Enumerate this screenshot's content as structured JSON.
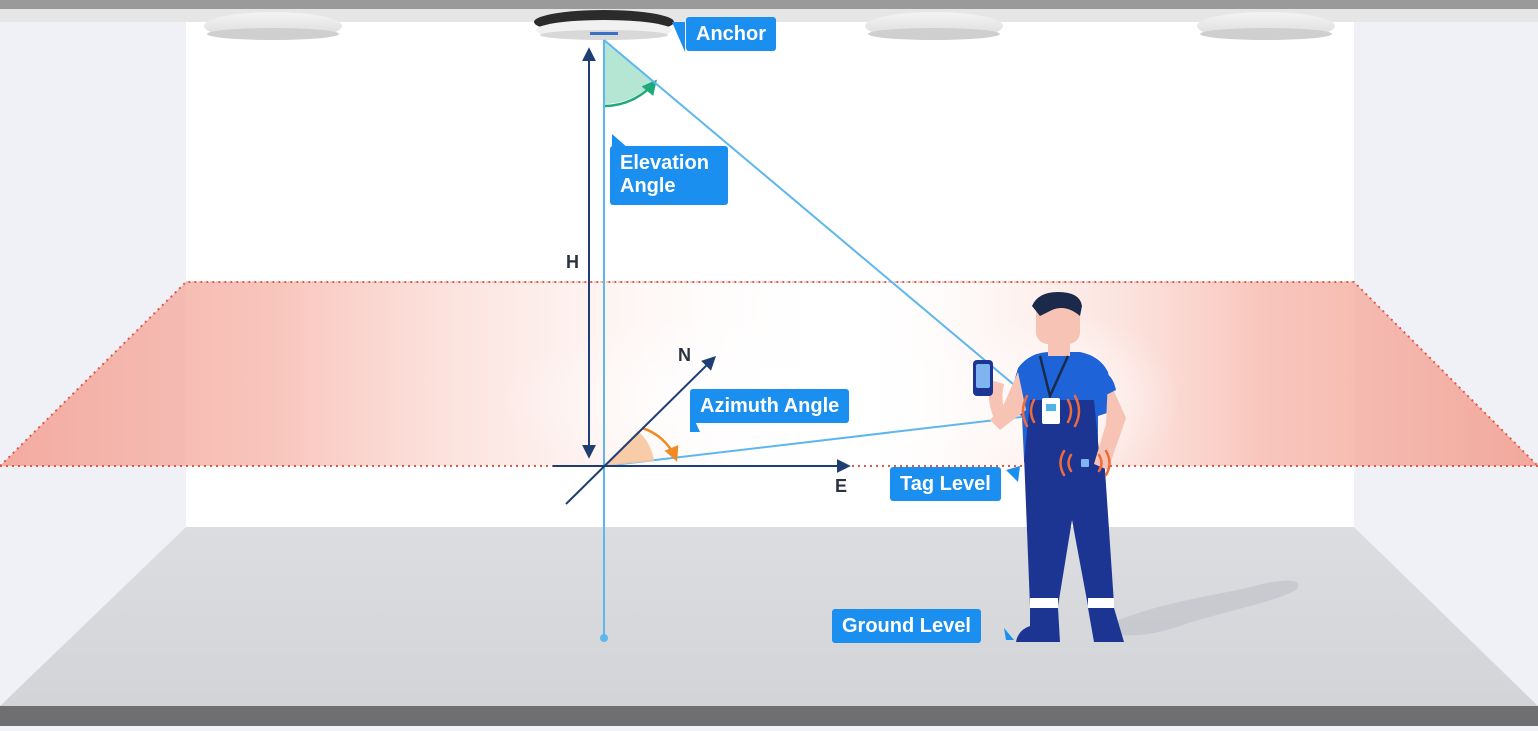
{
  "labels": {
    "anchor": "Anchor",
    "elevation_angle": "Elevation Angle",
    "azimuth_angle": "Azimuth Angle",
    "tag_level": "Tag Level",
    "ground_level": "Ground Level",
    "height": "H",
    "north": "N",
    "east": "E"
  },
  "colors": {
    "callout": "#1a8ff0",
    "beam": "#5db7ee",
    "axis": "#1f3f74",
    "elevation_arc": "#1fa97a",
    "azimuth_arc": "#f08a22",
    "tag_plane": "#f4a79c",
    "floor": "#d9dadd",
    "wall": "#ffffff"
  },
  "icons": [
    "ceiling-anchor-icon",
    "person-with-tag-icon",
    "signal-wave-icon",
    "smartphone-icon",
    "wristwatch-icon",
    "badge-icon"
  ]
}
